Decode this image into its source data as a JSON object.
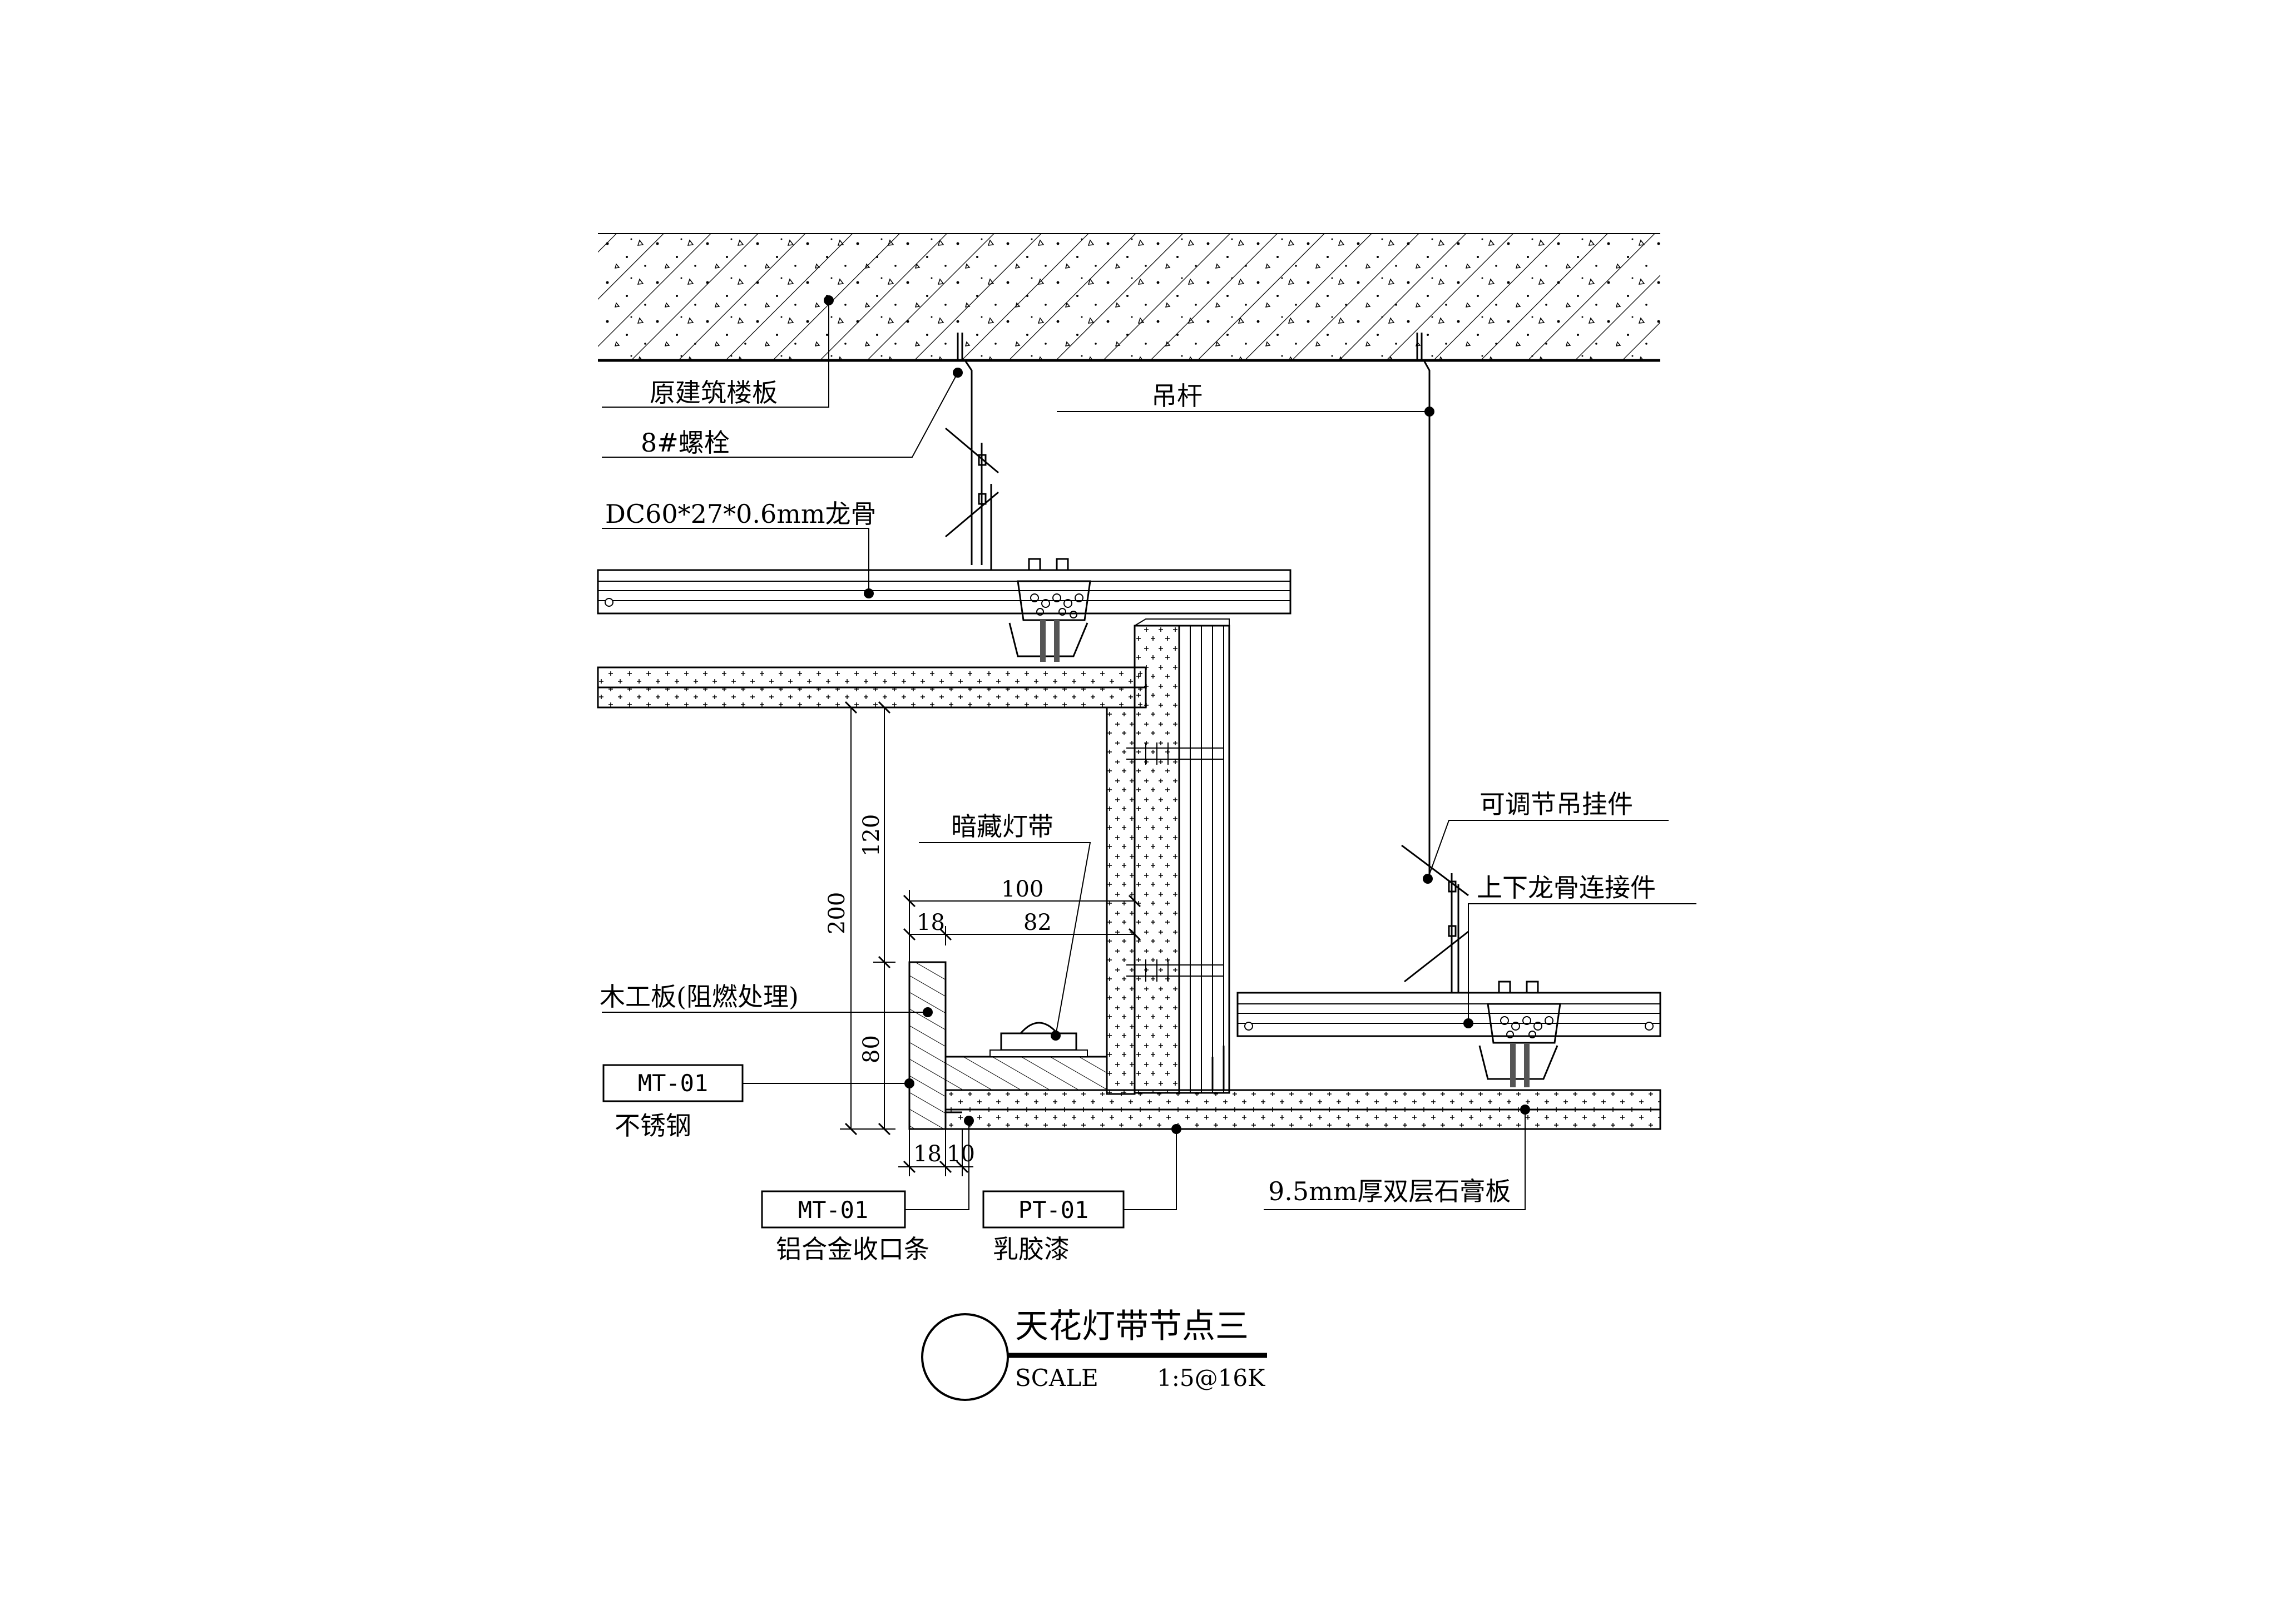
{
  "labels": {
    "slab": "原建筑楼板",
    "bolt": "8#螺栓",
    "keel": "DC60*27*0.6mm龙骨",
    "hanger_rod": "吊杆",
    "adjustable_hanger": "可调节吊挂件",
    "keel_connector": "上下龙骨连接件",
    "hidden_light": "暗藏灯带",
    "wood_board": "木工板(阻燃处理)",
    "stainless": "不锈钢",
    "aluminum_trim": "铝合金收口条",
    "latex_paint": "乳胶漆",
    "gypsum_board": "9.5mm厚双层石膏板"
  },
  "tags": {
    "mt01_a": "MT-01",
    "mt01_b": "MT-01",
    "pt01": "PT-01"
  },
  "dimensions": {
    "d100": "100",
    "d18a": "18",
    "d82": "82",
    "d120": "120",
    "d200": "200",
    "d80": "80",
    "d18b": "18",
    "d10": "10"
  },
  "title_block": {
    "title": "天花灯带节点三",
    "scale_label": "SCALE",
    "scale_value": "1:5@16K"
  },
  "colors": {
    "line": "#000000",
    "background": "#ffffff"
  }
}
